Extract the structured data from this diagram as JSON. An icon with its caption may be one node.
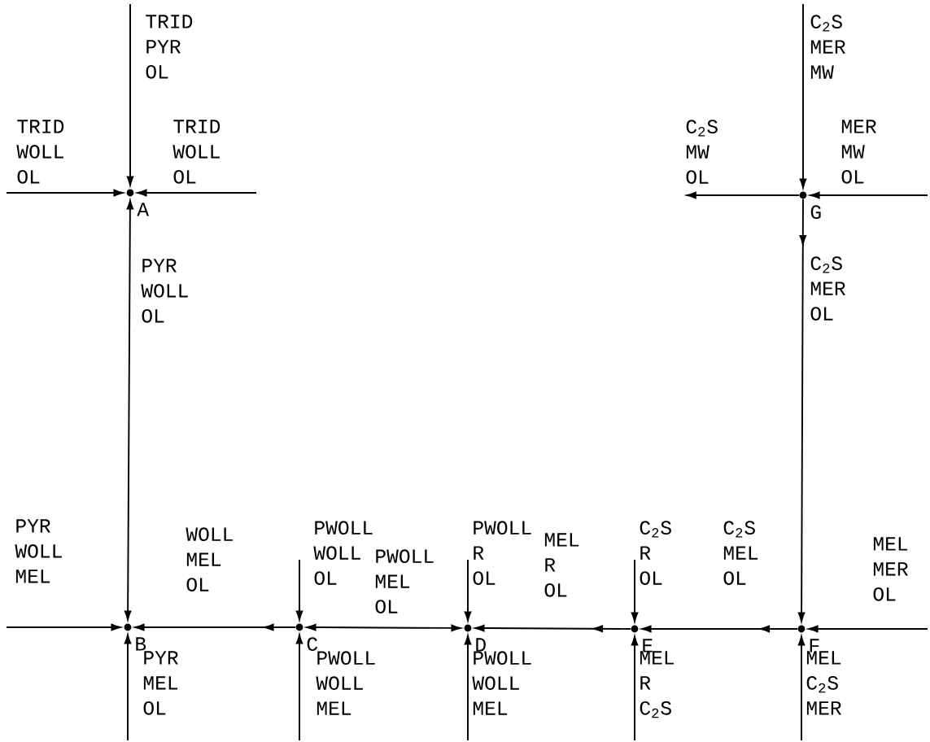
{
  "diagram": {
    "nodes": [
      {
        "text": [],
        "shape": "circle",
        "beside": [
          "A"
        ]
      },
      {
        "text": [],
        "shape": "circle",
        "beside": [
          "B"
        ]
      },
      {
        "text": [],
        "shape": "circle",
        "beside": [
          "C"
        ]
      },
      {
        "text": [],
        "shape": "circle",
        "beside": [
          "D"
        ]
      },
      {
        "text": [],
        "shape": "circle",
        "beside": [
          "E"
        ]
      },
      {
        "text": [],
        "shape": "circle",
        "beside": [
          "F"
        ]
      },
      {
        "text": [],
        "shape": "circle",
        "beside": [
          "G"
        ]
      }
    ],
    "edges": [
      {
        "from": null,
        "to": 0,
        "arrow": "to",
        "label": "TRID PYR OL"
      },
      {
        "from": null,
        "to": 0,
        "arrow": "to",
        "label": "TRID WOLL OL"
      },
      {
        "from": null,
        "to": 0,
        "arrow": "to",
        "label": "TRID WOLL OL"
      },
      {
        "from": 1,
        "to": 0,
        "arrow": "both",
        "label": "PYR WOLL OL"
      },
      {
        "from": null,
        "to": 1,
        "arrow": "to",
        "label": "PYR WOLL MEL"
      },
      {
        "from": 2,
        "to": 1,
        "arrow": "to",
        "label": "WOLL MEL OL"
      },
      {
        "from": null,
        "to": 1,
        "arrow": "to",
        "label": "PYR MEL OL"
      },
      {
        "from": null,
        "to": 2,
        "arrow": "to",
        "label": "PWOLL WOLL OL"
      },
      {
        "from": null,
        "to": 2,
        "arrow": "to",
        "label": "PWOLL WOLL MEL"
      },
      {
        "from": 2,
        "to": 3,
        "arrow": "both",
        "label": "PWOLL MEL OL"
      },
      {
        "from": null,
        "to": 3,
        "arrow": "to",
        "label": "PWOLL R OL"
      },
      {
        "from": null,
        "to": 3,
        "arrow": "to",
        "label": "PWOLL WOLL MEL"
      },
      {
        "from": 4,
        "to": 3,
        "arrow": "to",
        "label": "MEL R OL"
      },
      {
        "from": null,
        "to": 4,
        "arrow": "to",
        "label": "C$_{2}$S R OL"
      },
      {
        "from": null,
        "to": 4,
        "arrow": "to",
        "label": "MEL R C$_{2}$S"
      },
      {
        "from": 5,
        "to": 4,
        "arrow": "to",
        "label": "C$_{2}$S MEL OL"
      },
      {
        "from": null,
        "to": 5,
        "arrow": "to",
        "label": "MEL MER OL"
      },
      {
        "from": null,
        "to": 5,
        "arrow": "to",
        "label": "MEL C$_{2}$S MER"
      },
      {
        "from": null,
        "to": 6,
        "arrow": "to",
        "label": "C$_{2}$S MER MW"
      },
      {
        "from": null,
        "to": 6,
        "arrow": "to",
        "label": "MER MW OL"
      },
      {
        "from": 6,
        "to": null,
        "arrow": "to",
        "label": "C$_{2}$S MW OL"
      },
      {
        "from": 6,
        "to": 5,
        "arrow": "to",
        "label": "C$_{2}$S MER OL"
      }
    ]
  }
}
